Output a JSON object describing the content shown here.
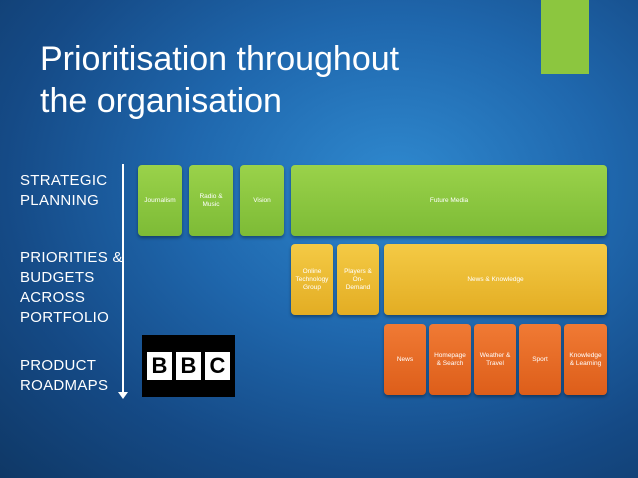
{
  "colors": {
    "background": "#1f67ad",
    "accent": "#8cc63f",
    "strategic": "#8cc63f",
    "priorities": "#f0bb33",
    "product": "#e96b27"
  },
  "title": {
    "line1": "Prioritisation throughout",
    "line2": "the organisation"
  },
  "levels": {
    "strategic": {
      "line1": "STRATEGIC",
      "line2": "PLANNING"
    },
    "priorities": {
      "line1": "PRIORITIES &",
      "line2": "BUDGETS",
      "line3": "ACROSS",
      "line4": "PORTFOLIO"
    },
    "product": {
      "line1": "PRODUCT",
      "line2": "ROADMAPS"
    }
  },
  "logo": {
    "letters": [
      "B",
      "B",
      "C"
    ]
  },
  "strategic_boxes": [
    {
      "label": "Journalism"
    },
    {
      "label": "Radio & Music"
    },
    {
      "label": "Vision"
    },
    {
      "label": "Future Media"
    }
  ],
  "priority_boxes": [
    {
      "label": "Online Technology Group"
    },
    {
      "label": "Players & On-Demand"
    },
    {
      "label": "News & Knowledge"
    }
  ],
  "product_boxes": [
    {
      "label": "News"
    },
    {
      "label": "Homepage & Search"
    },
    {
      "label": "Weather & Travel"
    },
    {
      "label": "Sport"
    },
    {
      "label": "Knowledge & Learning"
    }
  ]
}
